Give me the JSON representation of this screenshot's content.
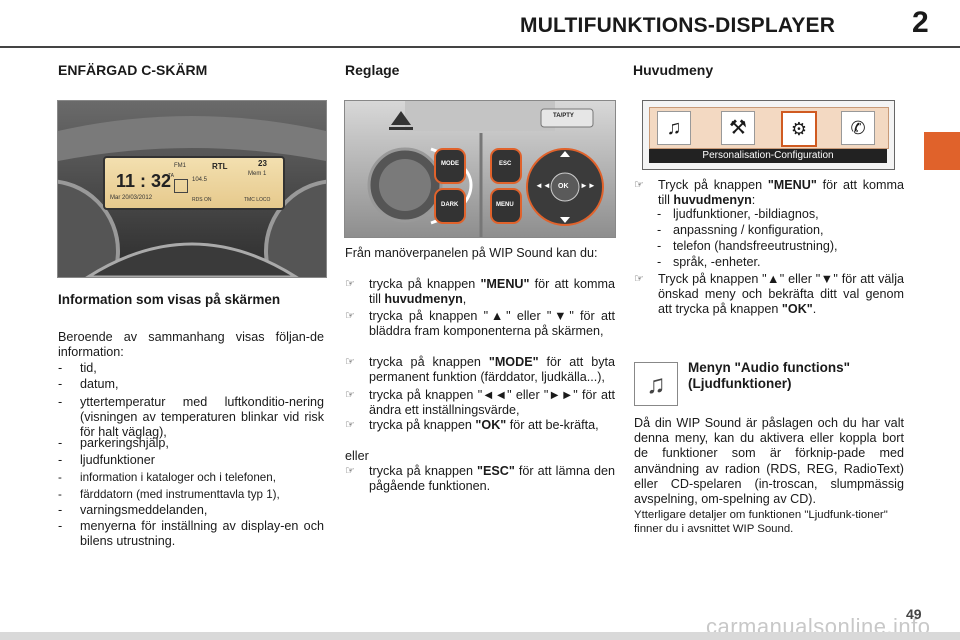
{
  "header": {
    "title": "MULTIFUNKTIONS-DISPLAYER",
    "chapter": "2"
  },
  "col1": {
    "title": "ENFÄRGAD C-SKÄRM",
    "display": {
      "time": "11 : 32",
      "date": "Mar 20/03/2012",
      "station": "RTL",
      "band": "FM1",
      "freq": "104.5",
      "preset": "Mem 1",
      "temp": "23",
      "rds": "RDS ON",
      "ta": "TA",
      "tmc": "TMC LOCO"
    },
    "subheading": "Information som visas på skärmen",
    "intro": "Beroende av sammanhang visas följan-de information:",
    "items": [
      "tid,",
      "datum,",
      "yttertemperatur med luftkonditio-nering (visningen av temperaturen blinkar vid risk för halt väglag),",
      "parkeringshjälp,",
      "ljudfunktioner",
      "information i kataloger och i telefonen,",
      "färddatorn (med instrumenttavla typ 1),",
      "varningsmeddelanden,",
      "menyerna för inställning av display-en och bilens utrustning."
    ]
  },
  "col2": {
    "title": "Reglage",
    "panel": {
      "mode": "MODE",
      "dark": "DARK",
      "esc": "ESC",
      "menu": "MENU",
      "ok": "OK",
      "ta": "TA/PTY"
    },
    "intro": "Från manöverpanelen på WIP Sound kan du:",
    "b1_pre": "trycka på knappen ",
    "b1_key": "\"MENU\"",
    "b1_mid": " för att komma till ",
    "b1_post": "huvudmenyn",
    "b1_end": ",",
    "b2": "trycka på knappen \"▲\" eller \"▼\" för att bläddra fram komponenterna på skärmen,",
    "b3_pre": "trycka på knappen ",
    "b3_key": "\"MODE\"",
    "b3_post": " för att byta permanent funktion (färddator, ljudkälla...),",
    "b4": "trycka på knappen \"◄◄\" eller \"►►\" för att ändra ett inställningsvärde,",
    "b5_pre": "trycka på knappen ",
    "b5_key": "\"OK\"",
    "b5_post": " för att be-kräfta,",
    "or": "eller",
    "b6_pre": "trycka på knappen ",
    "b6_key": "\"ESC\"",
    "b6_post": " för att lämna den pågående funktionen."
  },
  "col3": {
    "title": "Huvudmeny",
    "menu_bar": "Personalisation-Configuration",
    "b1_pre": "Tryck på knappen ",
    "b1_key": "\"MENU\"",
    "b1_mid": " för att komma till ",
    "b1_post": "huvudmenyn",
    "b1_end": ":",
    "subitems": [
      "ljudfunktioner, -bildiagnos,",
      "anpassning / konfiguration,",
      "telefon (handsfreeutrustning),",
      "språk, -enheter."
    ],
    "b2_pre": "Tryck på knappen \"▲\" eller \"▼\" för att välja önskad meny och bekräfta ditt val genom att trycka på knappen ",
    "b2_key": "\"OK\"",
    "b2_end": ".",
    "audio_heading": "Menyn \"Audio functions\" (Ljudfunktioner)",
    "audio_text": "Då din WIP Sound är påslagen och du har valt denna meny, kan du aktivera eller koppla bort de funktioner som är förknip-pade med användning av radion (RDS, REG, RadioText) eller CD-spelaren (in-troscan, slumpmässig avspelning, om-spelning av CD).",
    "audio_note": "Ytterligare detaljer om funktionen \"Ljudfunk-tioner\" finner du i avsnittet WIP Sound."
  },
  "footer": {
    "page": "49",
    "watermark": "carmanualsonline.info"
  }
}
